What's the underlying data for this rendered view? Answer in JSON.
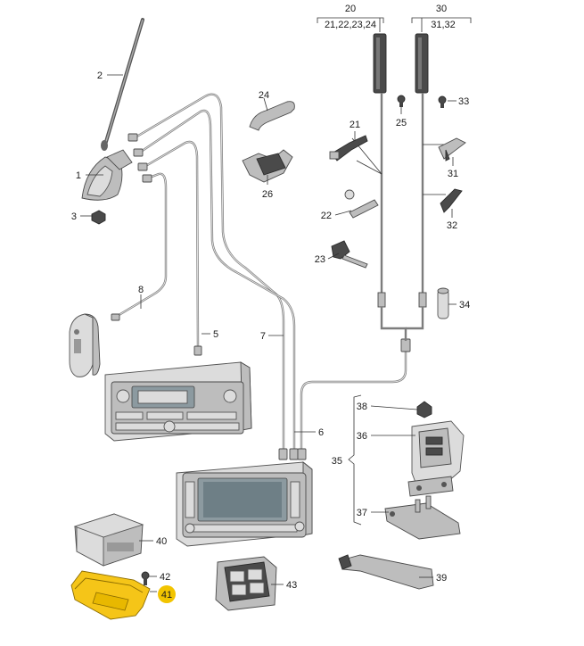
{
  "labels": {
    "p1": "1",
    "p2": "2",
    "p3": "3",
    "p5": "5",
    "p6": "6",
    "p7": "7",
    "p8": "8",
    "p20": "20",
    "p20_sub": "21,22,23,24",
    "p30": "30",
    "p30_sub": "31,32",
    "p21": "21",
    "p22": "22",
    "p23": "23",
    "p24": "24",
    "p25": "25",
    "p26": "26",
    "p31": "31",
    "p32": "32",
    "p33": "33",
    "p34": "34",
    "p35": "35",
    "p36": "36",
    "p37": "37",
    "p38": "38",
    "p39": "39",
    "p40": "40",
    "p41": "41",
    "p42": "42",
    "p43": "43"
  },
  "colors": {
    "highlight": "#f2c400",
    "bracket_highlight": "#f5c518",
    "line": "#333333"
  },
  "highlighted_part": "41"
}
